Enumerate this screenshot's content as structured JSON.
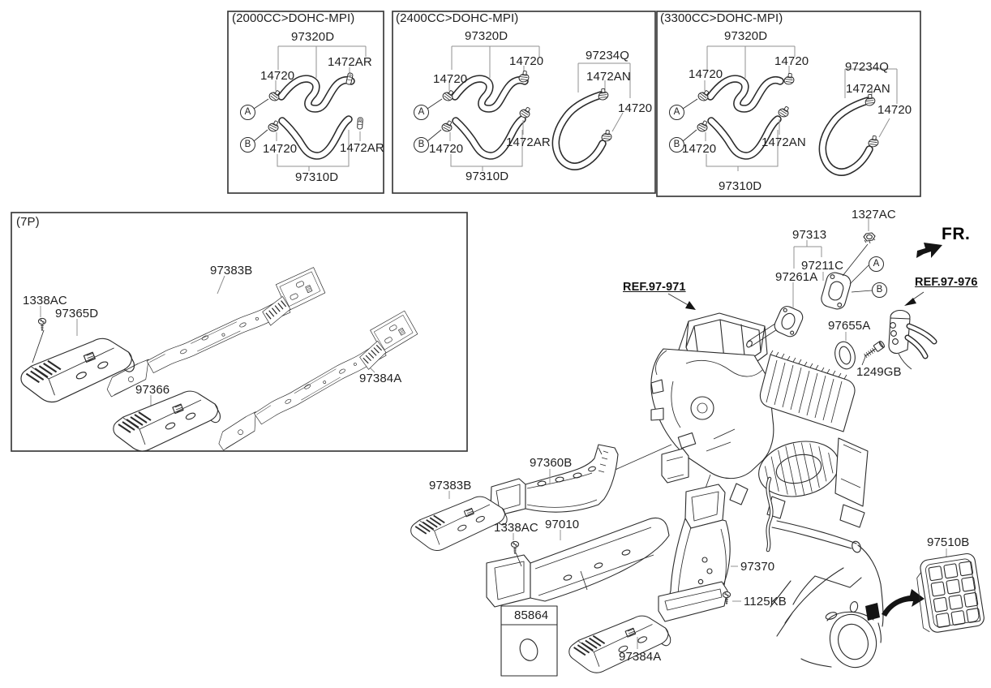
{
  "colors": {
    "background": "#ffffff",
    "line": "#2b2b2b",
    "leader_gray": "#919191"
  },
  "panels": {
    "p2000": {
      "title": "(2000CC>DOHC-MPI)",
      "parts": {
        "hose_outlet": "97320D",
        "clip_upper": "1472AR",
        "clamp_a": "14720",
        "clamp_b": "14720",
        "clip_lower": "1472AR",
        "hose_inlet": "97310D",
        "callout_a": "A",
        "callout_b": "B"
      }
    },
    "p2400": {
      "title": "(2400CC>DOHC-MPI)",
      "parts": {
        "hose_outlet": "97320D",
        "clamp_upper": "14720",
        "clamp_a": "14720",
        "clamp_b": "14720",
        "clip_mid": "1472AR",
        "hose_inlet": "97310D",
        "hose_aux": "97234Q",
        "clip_aux": "1472AN",
        "clamp_aux": "14720",
        "callout_a": "A",
        "callout_b": "B"
      }
    },
    "p3300": {
      "title": "(3300CC>DOHC-MPI)",
      "parts": {
        "hose_outlet": "97320D",
        "clamp_upper": "14720",
        "clamp_a": "14720",
        "clamp_b": "14720",
        "clip_mid": "1472AN",
        "hose_inlet": "97310D",
        "hose_aux": "97234Q",
        "clip_aux": "1472AN",
        "clamp_aux": "14720",
        "callout_a": "A",
        "callout_b": "B"
      }
    },
    "p7p": {
      "title": "(7P)",
      "parts": {
        "screw": "1338AC",
        "duct_vent_left": "97365D",
        "duct_rear_upper": "97383B",
        "duct_center": "97366",
        "duct_rear_lower": "97384A"
      }
    }
  },
  "main": {
    "direction": "FR.",
    "refs": {
      "heater_unit": "REF.97-971",
      "water_tube": "REF.97-976"
    },
    "parts": {
      "nut": "1327AC",
      "pipe_assembly": "97313",
      "gasket_upper": "97211C",
      "gasket_lower": "97261A",
      "callout_a": "A",
      "callout_b": "B",
      "grommet": "97655A",
      "bolt": "1249GB",
      "duct_center_vent": "97360B",
      "duct_rear_upper": "97383B",
      "screw_front": "1338AC",
      "duct_floor": "97010",
      "duct_rear_floor": "97370",
      "screw_rear": "1125KB",
      "blanking_cover": "85864",
      "duct_rear_lower": "97384A",
      "quarter_vent": "97510B"
    }
  }
}
